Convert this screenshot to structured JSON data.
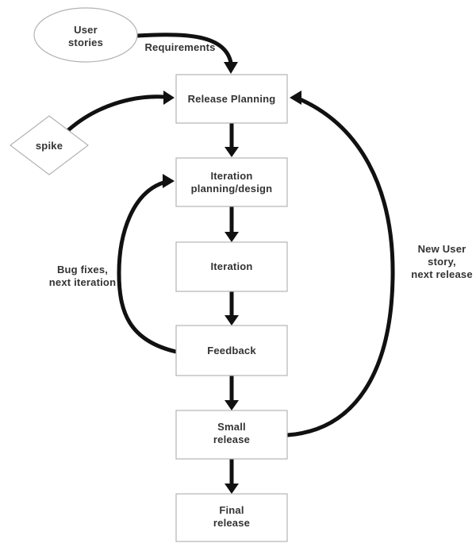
{
  "diagram": {
    "nodes": {
      "user_stories": {
        "shape": "ellipse",
        "lines": [
          "User",
          "stories"
        ]
      },
      "spike": {
        "shape": "diamond",
        "lines": [
          "spike"
        ]
      },
      "release_planning": {
        "shape": "rect",
        "lines": [
          "Release Planning"
        ]
      },
      "iteration_planning": {
        "shape": "rect",
        "lines": [
          "Iteration",
          "planning/design"
        ]
      },
      "iteration": {
        "shape": "rect",
        "lines": [
          "Iteration"
        ]
      },
      "feedback": {
        "shape": "rect",
        "lines": [
          "Feedback"
        ]
      },
      "small_release": {
        "shape": "rect",
        "lines": [
          "Small",
          "release"
        ]
      },
      "final_release": {
        "shape": "rect",
        "lines": [
          "Final",
          "release"
        ]
      }
    },
    "edge_labels": {
      "requirements": {
        "lines": [
          "Requirements"
        ]
      },
      "bug_fixes": {
        "lines": [
          "Bug fixes,",
          "next iteration"
        ]
      },
      "new_user_story": {
        "lines": [
          "New User",
          "story,",
          "next release"
        ]
      }
    },
    "colors": {
      "background": "#ffffff",
      "node_fill": "#ffffff",
      "node_border": "#b3b3b3",
      "text": "#333333",
      "arrow": "#111111"
    }
  }
}
